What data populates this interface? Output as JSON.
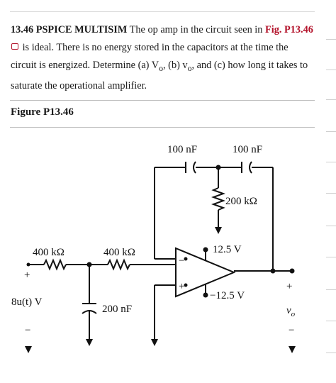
{
  "problem": {
    "number": "13.46 PSPICE MULTISIM",
    "body_part1": "The op amp in the circuit seen in",
    "fig_link": "Fig. P13.46",
    "body_part2": "is ideal. There is no energy stored in the capacitors at the time the circuit is energized. Determine (a) V",
    "body_sub1": "o",
    "body_part3": ", (b) v",
    "body_sub2": "o",
    "body_part4": ", and (c) how long it takes to saturate the operational amplifier."
  },
  "figure": {
    "title": "Figure P13.46"
  },
  "circuit": {
    "cap1_label": "100 nF",
    "cap2_label": "100 nF",
    "r_feedback_label": "200 kΩ",
    "r1_label": "400 kΩ",
    "r2_label": "400 kΩ",
    "cap3_label": "200 nF",
    "vpos_label": "12.5 V",
    "vneg_label": "−12.5 V",
    "source_label": "8u(t) V",
    "output_label": "v",
    "output_sub": "o",
    "plus_sign": "+",
    "minus_sign": "−"
  }
}
